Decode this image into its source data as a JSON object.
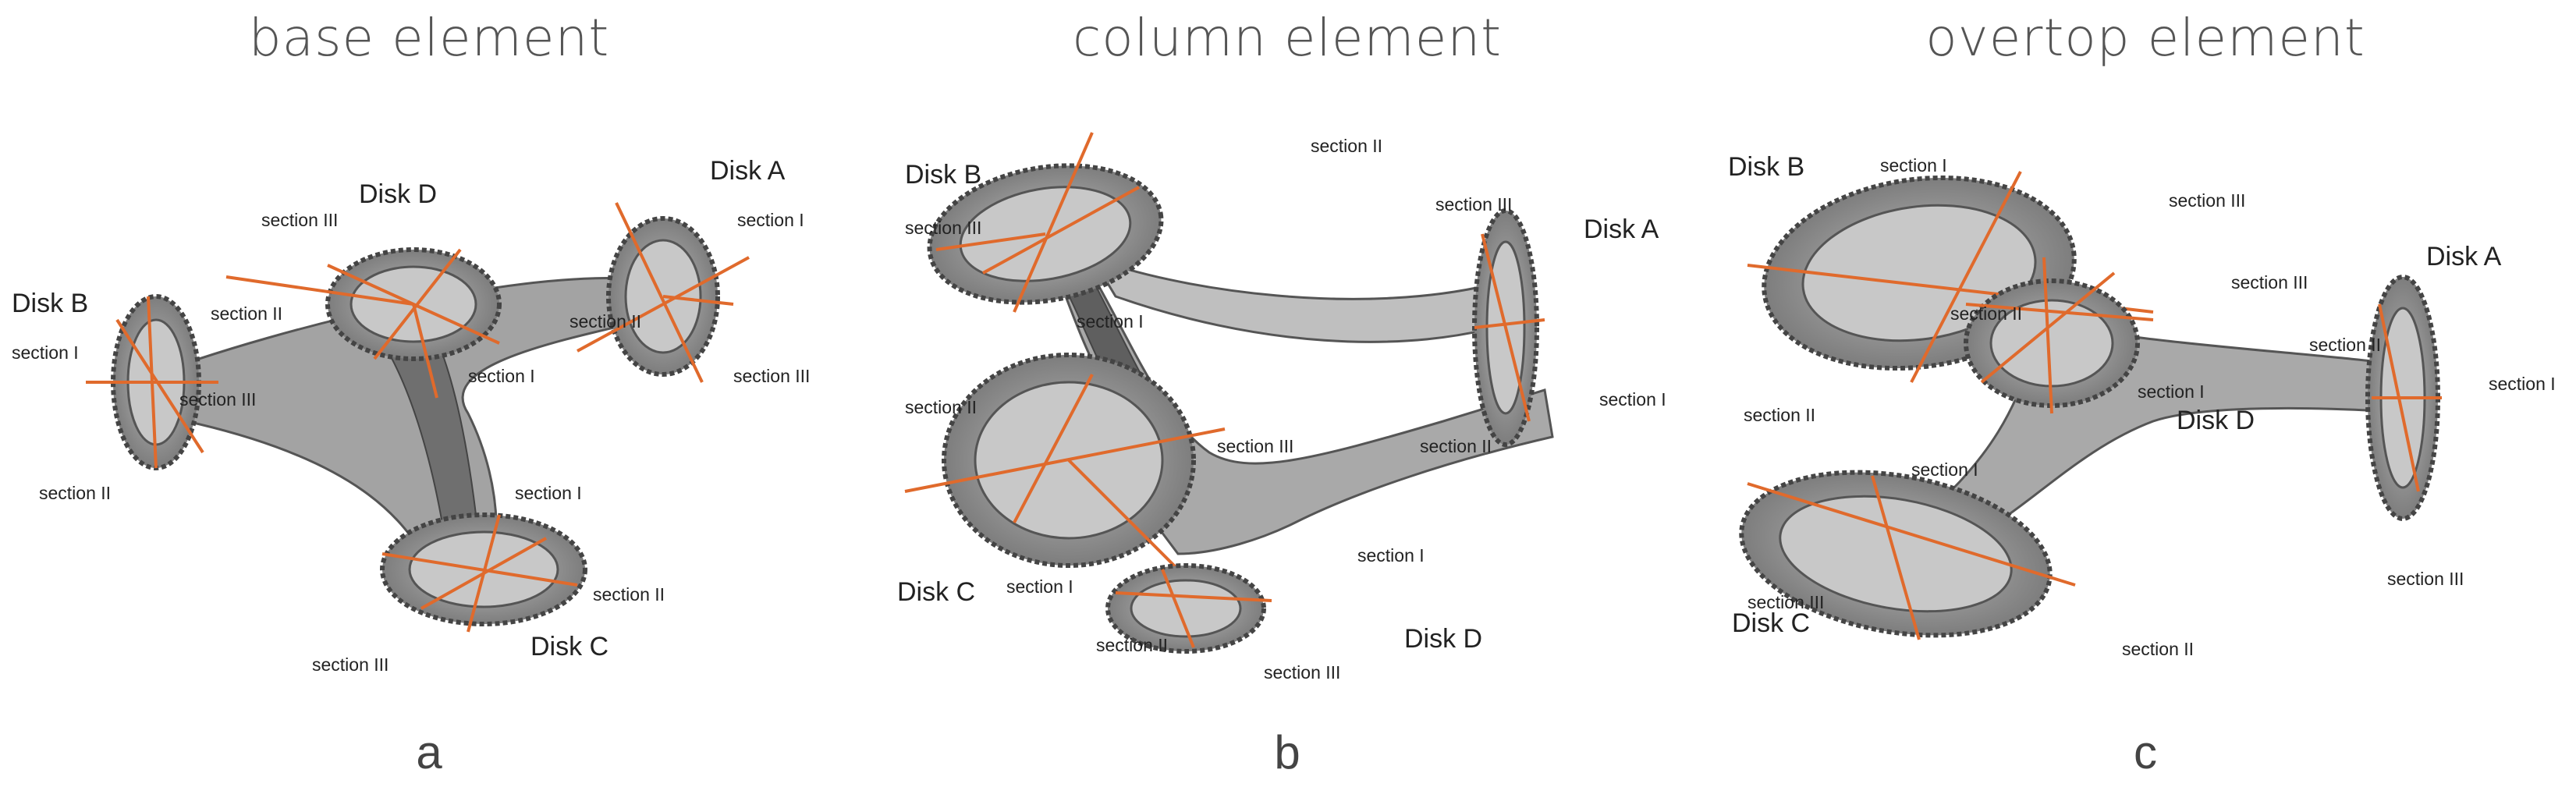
{
  "panels": [
    {
      "title": "base element",
      "letter": "a",
      "disks": [
        {
          "label": "Disk A",
          "sections": [
            "section I",
            "section II",
            "section III"
          ]
        },
        {
          "label": "Disk B",
          "sections": [
            "section I",
            "section II",
            "section III"
          ]
        },
        {
          "label": "Disk C",
          "sections": [
            "section I",
            "section II",
            "section III"
          ]
        },
        {
          "label": "Disk D",
          "sections": [
            "section I",
            "section II",
            "section III"
          ]
        }
      ]
    },
    {
      "title": "column element",
      "letter": "b",
      "disks": [
        {
          "label": "Disk A",
          "sections": [
            "section I",
            "section II",
            "section III"
          ]
        },
        {
          "label": "Disk B",
          "sections": [
            "section I",
            "section II",
            "section III"
          ]
        },
        {
          "label": "Disk C",
          "sections": [
            "section I",
            "section II",
            "section III"
          ]
        },
        {
          "label": "Disk D",
          "sections": [
            "section I",
            "section II",
            "section III"
          ]
        }
      ]
    },
    {
      "title": "overtop element",
      "letter": "c",
      "disks": [
        {
          "label": "Disk A",
          "sections": [
            "section I",
            "section II",
            "section III"
          ]
        },
        {
          "label": "Disk B",
          "sections": [
            "section I",
            "section II",
            "section III"
          ]
        },
        {
          "label": "Disk C",
          "sections": [
            "section I",
            "section II",
            "section III"
          ]
        },
        {
          "label": "Disk D",
          "sections": [
            "section I",
            "section II",
            "section III"
          ]
        }
      ]
    }
  ],
  "colors": {
    "cut_line": "#e06a2c",
    "disk_fill": "#8a8a8a",
    "arm_fill": "#a8a8a8",
    "arm_dark": "#6e6e6e",
    "background": "#ffffff"
  }
}
